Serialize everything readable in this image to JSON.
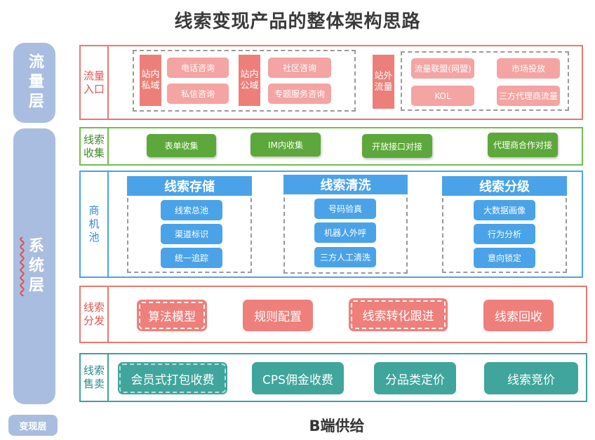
{
  "title": "线索变现产品的整体架构思路",
  "layers": {
    "traffic": "流量层",
    "system": "系统层",
    "monetize": "变现层"
  },
  "traffic_entry": {
    "label": "流量入口",
    "onsite_private": {
      "tag": "站内私域",
      "items": [
        "电话咨询",
        "私信咨询"
      ]
    },
    "onsite_public": {
      "tag": "站内公域",
      "items": [
        "社区咨询",
        "专题服务咨询"
      ]
    },
    "offsite": {
      "tag": "站外流量",
      "items": [
        "流量联盟(网盟)",
        "市场投放",
        "KOL",
        "三方代理商流量"
      ]
    }
  },
  "lead_collection": {
    "label": "线索收集",
    "items": [
      "表单收集",
      "IM内收集",
      "开放接口对接",
      "代理商合作对接"
    ]
  },
  "opportunity_pool": {
    "label": "商机池",
    "groups": [
      {
        "title": "线索存储",
        "items": [
          "线索总池",
          "渠道标识",
          "统一追踪"
        ]
      },
      {
        "title": "线索清洗",
        "items": [
          "号码验真",
          "机器人外呼",
          "三方人工清洗"
        ]
      },
      {
        "title": "线索分级",
        "items": [
          "大数据画像",
          "行为分析",
          "意向锁定"
        ]
      }
    ]
  },
  "lead_distribution": {
    "label": "线索分发",
    "items": [
      "算法模型",
      "规则配置",
      "线索转化跟进",
      "线索回收"
    ]
  },
  "lead_sales": {
    "label": "线索售卖",
    "items": [
      "会员式打包收费",
      "CPS佣金收费",
      "分品类定价",
      "线索竞价"
    ]
  },
  "footer": "B端供给"
}
